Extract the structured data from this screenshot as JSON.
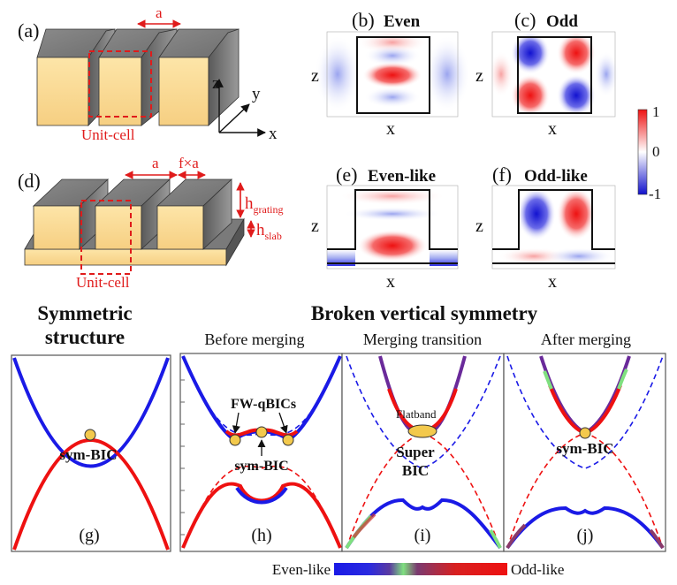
{
  "panel_labels": {
    "a": "(a)",
    "b": "(b)",
    "c": "(c)",
    "d": "(d)",
    "e": "(e)",
    "f": "(f)",
    "g": "(g)",
    "h": "(h)",
    "i": "(i)",
    "j": "(j)"
  },
  "mode_titles": {
    "b": "Even",
    "c": "Odd",
    "e": "Even-like",
    "f": "Odd-like"
  },
  "grating_top": {
    "period": "a",
    "unit_cell": "Unit-cell",
    "axis_x": "x",
    "axis_y": "y",
    "axis_z": "z"
  },
  "grating_bottom": {
    "period": "a",
    "fill": "f×a",
    "h_grating_main": "h",
    "h_grating_sub": "grating",
    "h_slab_main": "h",
    "h_slab_sub": "slab",
    "unit_cell": "Unit-cell"
  },
  "mode_axes": {
    "x": "x",
    "z": "z"
  },
  "colorbar": {
    "max": "1",
    "mid": "0",
    "min": "-1",
    "colors": {
      "pos": "#ee1111",
      "zero": "#ffffff",
      "neg": "#1111cc"
    }
  },
  "section_titles": {
    "symmetric_line1": "Symmetric",
    "symmetric_line2": "structure",
    "broken": "Broken vertical symmetry",
    "before": "Before merging",
    "merging": "Merging transition",
    "after": "After merging"
  },
  "band_labels": {
    "g_bic": "sym-BIC",
    "h_qbics": "FW-qBICs",
    "h_bic": "sym-BIC",
    "i_flatband": "Flatband",
    "i_super1": "Super",
    "i_super2": "BIC",
    "j_bic": "sym-BIC"
  },
  "legend": {
    "left": "Even-like",
    "right": "Odd-like",
    "colors": {
      "even": "#1a1ae6",
      "odd": "#ee1111",
      "bic": "#f3c94c",
      "merge": "#7fe07f"
    }
  }
}
